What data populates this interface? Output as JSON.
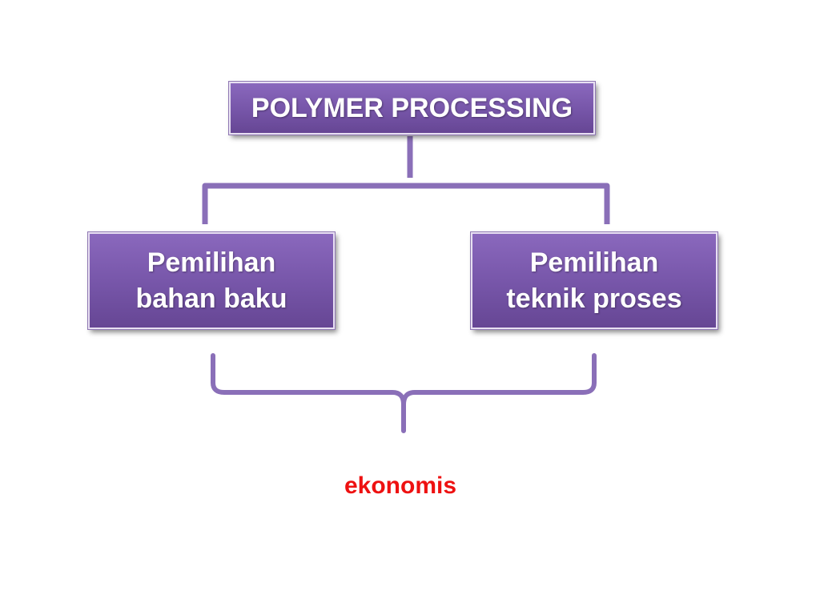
{
  "diagram": {
    "root": {
      "label": "POLYMER PROCESSING"
    },
    "children": [
      {
        "label_line1": "Pemilihan",
        "label_line2": "bahan baku"
      },
      {
        "label_line1": "Pemilihan",
        "label_line2": "teknik proses"
      }
    ],
    "result": {
      "label": "ekonomis"
    },
    "colors": {
      "box_fill": "#7655a8",
      "connector": "#8a6fb8",
      "result_text": "#ee1111"
    }
  }
}
